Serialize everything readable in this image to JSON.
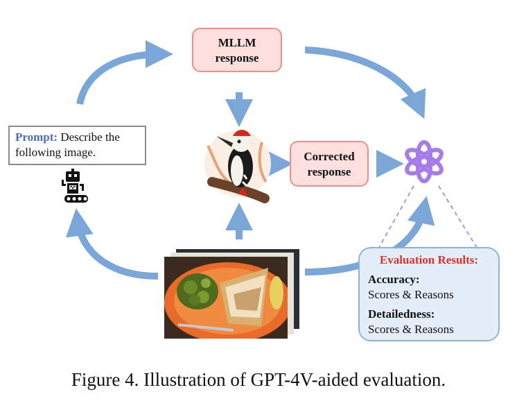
{
  "mllm_response": {
    "line1": "MLLM",
    "line2": "response"
  },
  "corrected_response": {
    "line1": "Corrected",
    "line2": "response"
  },
  "prompt": {
    "label": "Prompt:",
    "text": "Describe the following image."
  },
  "evaluation": {
    "title": "Evaluation Results:",
    "accuracy_label": "Accuracy:",
    "accuracy_value": "Scores & Reasons",
    "detailedness_label": "Detailedness:",
    "detailedness_value": "Scores & Reasons"
  },
  "caption": "Figure 4. Illustration of GPT-4V-aided evaluation.",
  "icons": [
    "robot-icon",
    "woodpecker-icon",
    "openai-logo-icon",
    "food-photo"
  ],
  "colors": {
    "arrow": "#7aa7d8",
    "box_fill": "#fde0dd",
    "box_border": "#ee8f87",
    "eval_fill": "#e4eef8",
    "eval_title": "#e0302a",
    "prompt_label": "#4a6db5",
    "logo": "#a77bea"
  }
}
